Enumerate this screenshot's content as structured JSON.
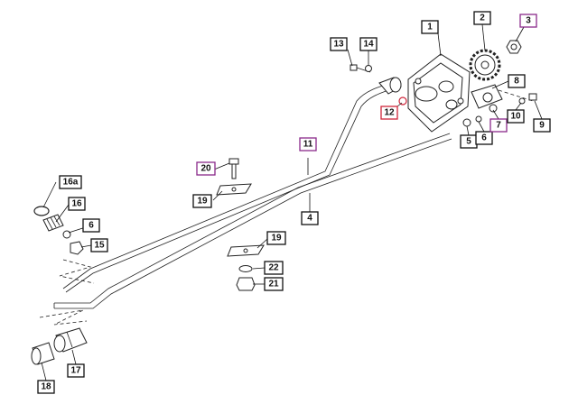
{
  "diagram": {
    "callouts": [
      {
        "id": "1",
        "label": "1",
        "style": "black"
      },
      {
        "id": "2",
        "label": "2",
        "style": "black"
      },
      {
        "id": "3",
        "label": "3",
        "style": "purple"
      },
      {
        "id": "4",
        "label": "4",
        "style": "black"
      },
      {
        "id": "5",
        "label": "5",
        "style": "black"
      },
      {
        "id": "6a",
        "label": "6",
        "style": "black"
      },
      {
        "id": "6b",
        "label": "6",
        "style": "black"
      },
      {
        "id": "7",
        "label": "7",
        "style": "purple"
      },
      {
        "id": "8",
        "label": "8",
        "style": "black"
      },
      {
        "id": "9",
        "label": "9",
        "style": "black"
      },
      {
        "id": "10",
        "label": "10",
        "style": "black"
      },
      {
        "id": "11",
        "label": "11",
        "style": "purple"
      },
      {
        "id": "12",
        "label": "12",
        "style": "red"
      },
      {
        "id": "13",
        "label": "13",
        "style": "black"
      },
      {
        "id": "14",
        "label": "14",
        "style": "black"
      },
      {
        "id": "15",
        "label": "15",
        "style": "black"
      },
      {
        "id": "16",
        "label": "16",
        "style": "black"
      },
      {
        "id": "16a",
        "label": "16a",
        "style": "black"
      },
      {
        "id": "17",
        "label": "17",
        "style": "black"
      },
      {
        "id": "18",
        "label": "18",
        "style": "black"
      },
      {
        "id": "19a",
        "label": "19",
        "style": "black"
      },
      {
        "id": "19b",
        "label": "19",
        "style": "black"
      },
      {
        "id": "20",
        "label": "20",
        "style": "purple"
      },
      {
        "id": "21",
        "label": "21",
        "style": "black"
      },
      {
        "id": "22",
        "label": "22",
        "style": "black"
      }
    ],
    "colors": {
      "ink": "#111111",
      "purple": "#8a2a8a",
      "red": "#d0253a"
    }
  }
}
